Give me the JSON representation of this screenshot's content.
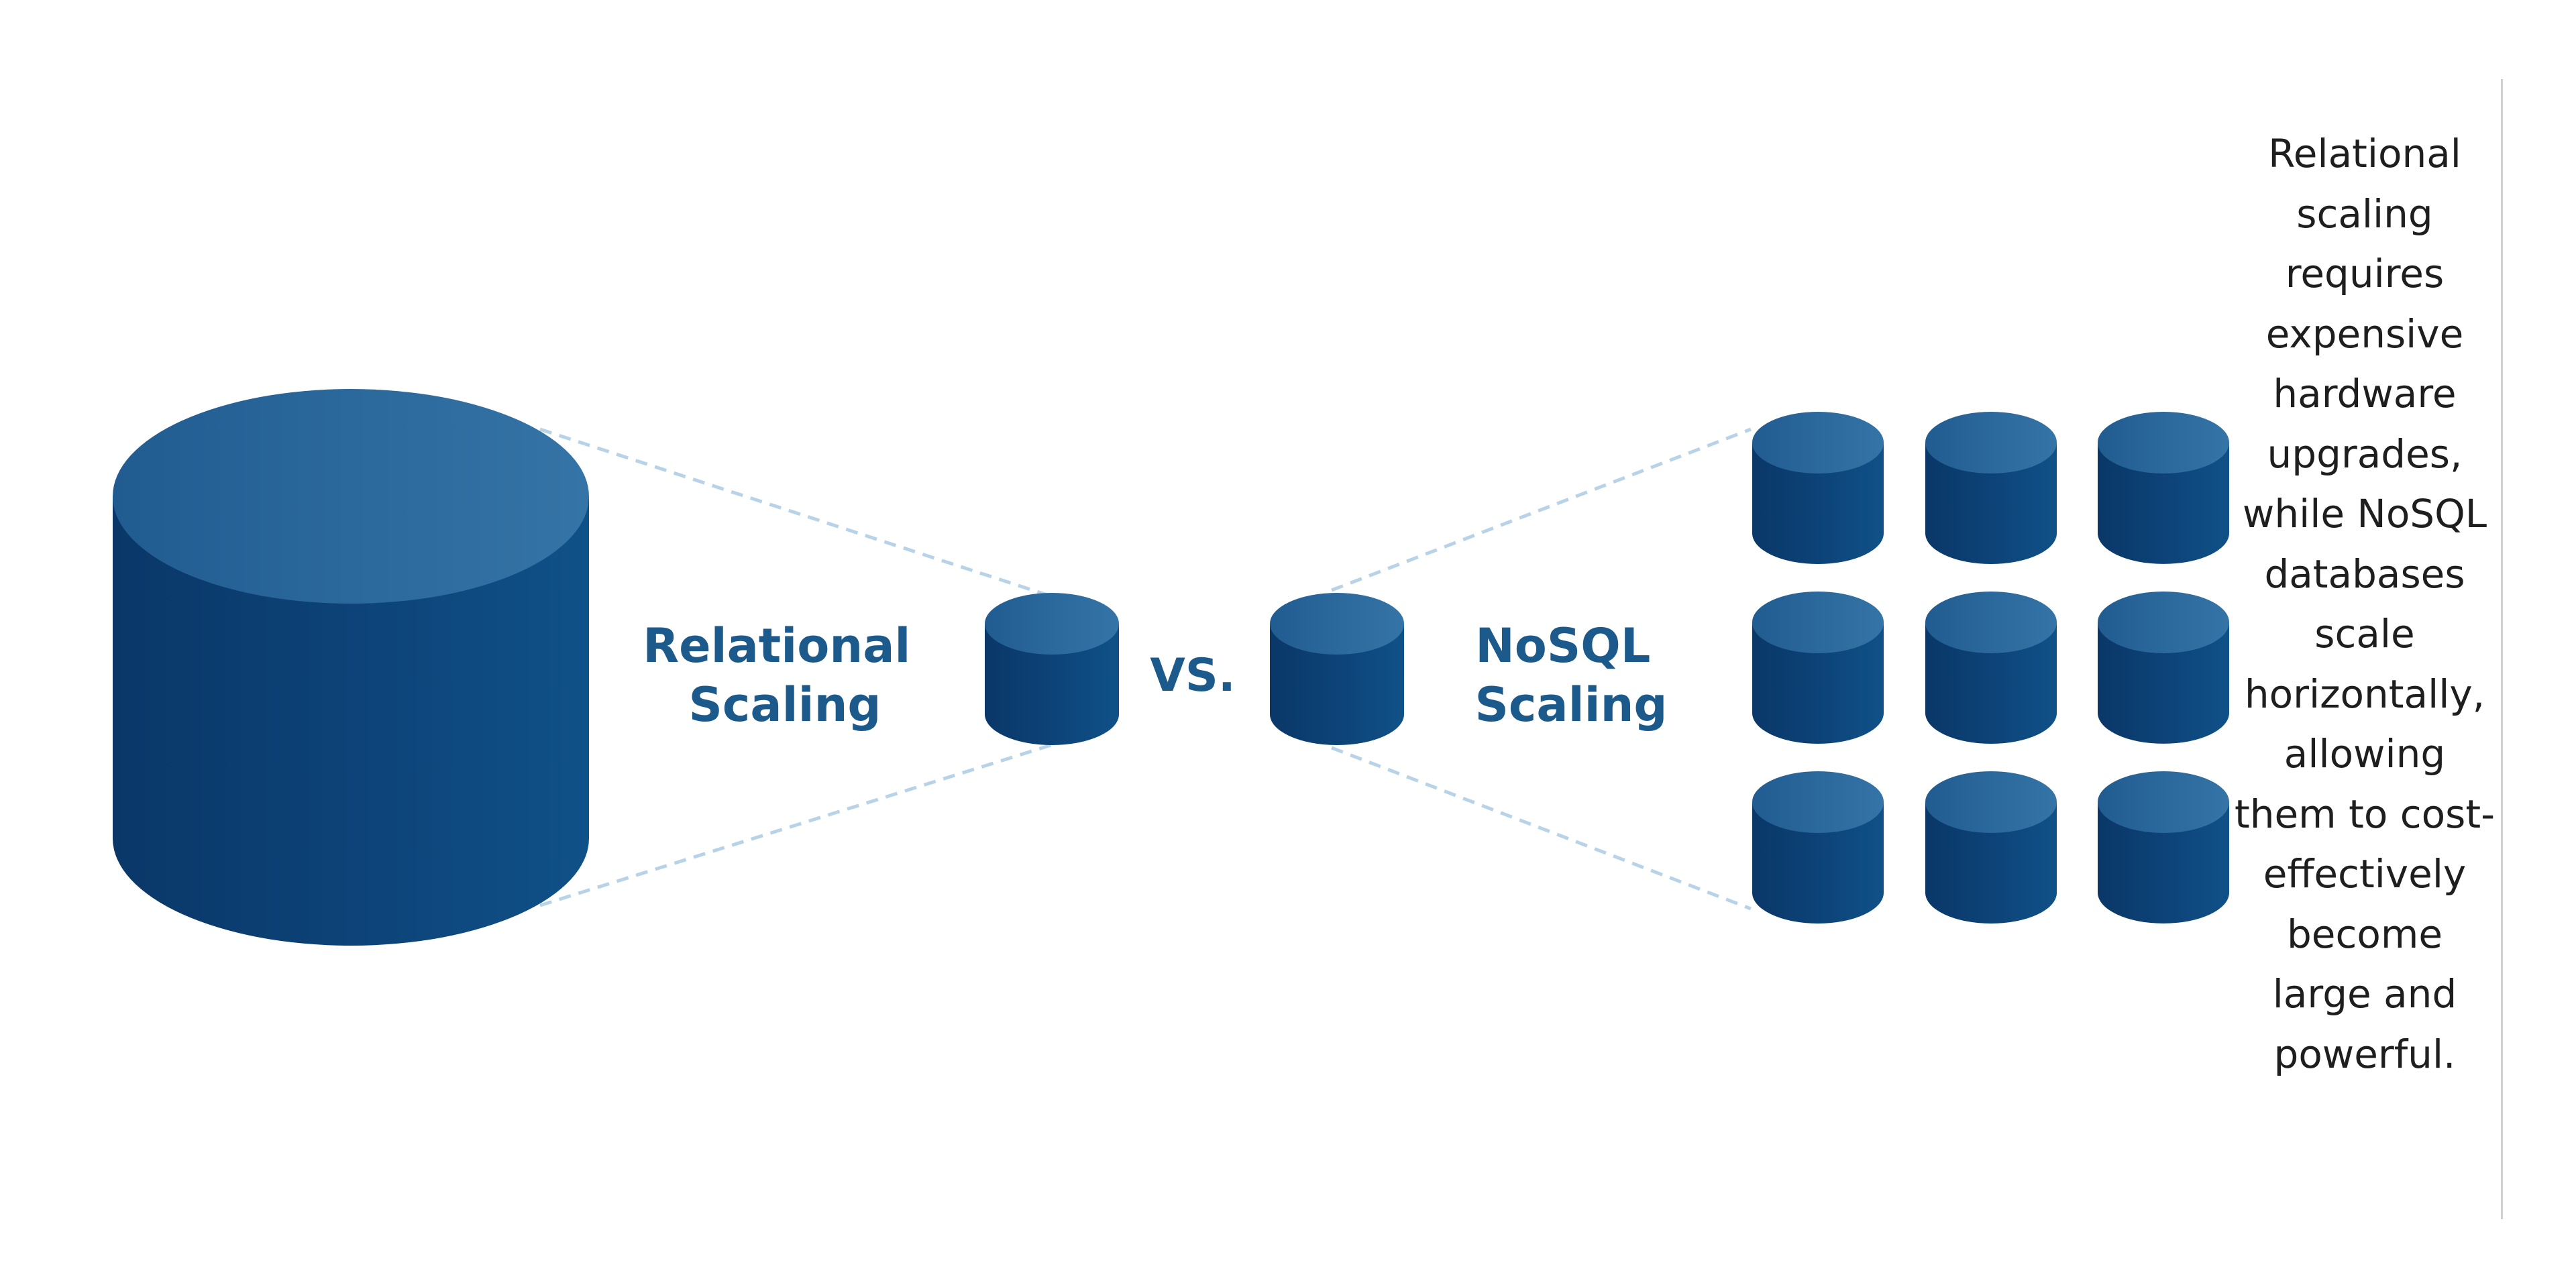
{
  "relational": {
    "label_line1": "Relational",
    "label_line2": "Scaling"
  },
  "versus": "VS.",
  "nosql": {
    "label_line1": "NoSQL",
    "label_line2": "Scaling",
    "grid_rows": 3,
    "grid_cols": 3
  },
  "caption": "Relational scaling requires expensive hardware upgrades, while NoSQL databases scale horizontally, allowing them to cost-effectively become large and powerful.",
  "colors": {
    "cylinder_dark": "#0a3768",
    "cylinder_mid": "#0f4c84",
    "cylinder_top": "#2f6d9f",
    "label": "#1c5a8c",
    "dashed_line": "#b8d3e8"
  }
}
